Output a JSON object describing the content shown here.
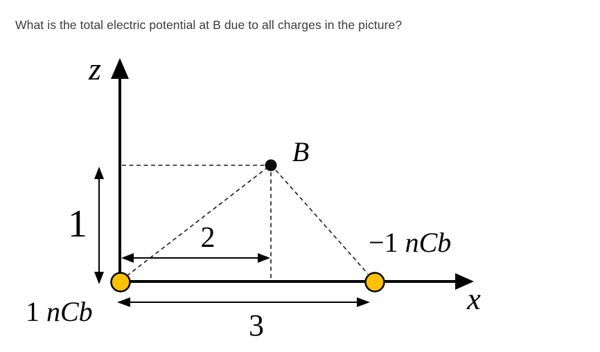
{
  "question": {
    "text": "What is the total electric potential at B due to all charges in the picture?"
  },
  "diagram": {
    "axis_labels": {
      "vertical": "z",
      "horizontal": "x"
    },
    "point_label": "B",
    "dimensions": {
      "height_of_b": "1",
      "x_of_b": "2",
      "charge_separation": "3"
    },
    "charges": {
      "left": {
        "value": "1",
        "unit": "nCb"
      },
      "right": {
        "value": "−1",
        "unit": "nCb"
      }
    },
    "colors": {
      "charge_fill": "#FFC000",
      "charge_stroke": "#000000",
      "line": "#000000"
    }
  }
}
